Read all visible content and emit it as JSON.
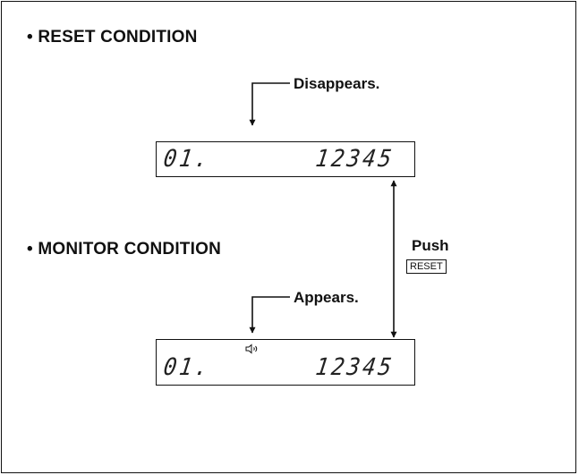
{
  "reset_section": {
    "heading": "• RESET CONDITION",
    "annotation": "Disappears.",
    "display": {
      "left_digits": "01.",
      "right_digits": "12345"
    }
  },
  "monitor_section": {
    "heading": "• MONITOR CONDITION",
    "annotation": "Appears.",
    "indicator_icon": "speaker-icon",
    "display": {
      "left_digits": "01.",
      "right_digits": "12345"
    }
  },
  "push_instruction": {
    "label": "Push",
    "key_label": "RESET"
  }
}
